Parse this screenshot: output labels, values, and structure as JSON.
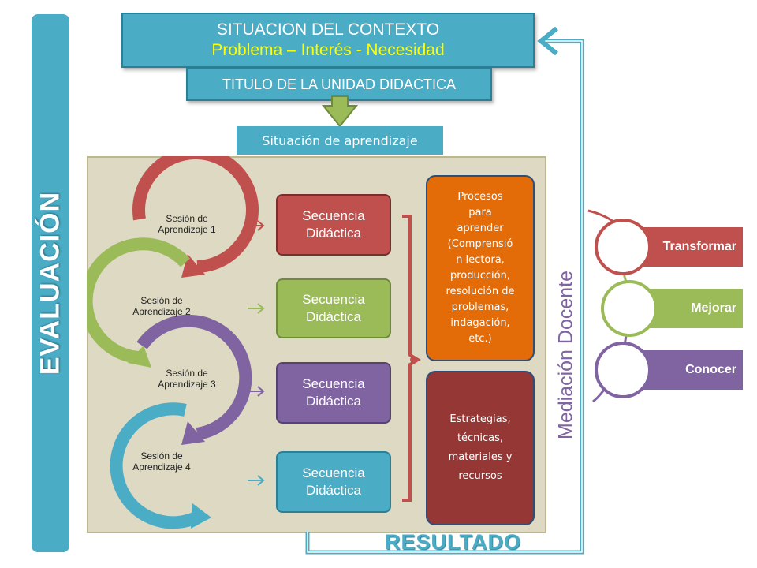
{
  "evaluation": {
    "label": "EVALUACIÓN"
  },
  "context": {
    "title": "SITUACION DEL CONTEXTO",
    "subtitle": "Problema – Interés - Necesidad"
  },
  "unit_title": "TITULO DE LA UNIDAD DIDACTICA",
  "learning_situation": "Situación de aprendizaje",
  "sessions": [
    {
      "line1": "Sesión de",
      "line2": "Aprendizaje 1",
      "color": "#c0504d"
    },
    {
      "line1": "Sesión de",
      "line2": "Aprendizaje 2",
      "color": "#9bbb59"
    },
    {
      "line1": "Sesión de",
      "line2": "Aprendizaje 3",
      "color": "#8064a2"
    },
    {
      "line1": "Sesión de",
      "line2": "Aprendizaje 4",
      "color": "#4bacc6"
    }
  ],
  "sequences": [
    {
      "line1": "Secuencia",
      "line2": "Didáctica",
      "color": "#c0504d"
    },
    {
      "line1": "Secuencia",
      "line2": "Didáctica",
      "color": "#9bbb59"
    },
    {
      "line1": "Secuencia",
      "line2": "Didáctica",
      "color": "#8064a2"
    },
    {
      "line1": "Secuencia",
      "line2": "Didáctica",
      "color": "#4bacc6"
    }
  ],
  "processes": {
    "lines": [
      "Procesos",
      "para",
      "aprender",
      "(Comprensió",
      "n lectora,",
      "producción,",
      "resolución de",
      "problemas,",
      "indagación,",
      "etc.)"
    ],
    "color": "#e36c09"
  },
  "strategies": {
    "lines": [
      "Estrategias,",
      "técnicas,",
      "materiales y",
      "recursos"
    ],
    "color": "#953735"
  },
  "levels": [
    {
      "label": "Transformar",
      "color": "#c0504d"
    },
    {
      "label": "Mejorar",
      "color": "#9bbb59"
    },
    {
      "label": "Conocer",
      "color": "#8064a2"
    }
  ],
  "mediation": "Mediación Docente",
  "result": "RESULTADO",
  "colors": {
    "teal": "#4bacc6",
    "green_arrow": "#9bbb59",
    "panel": "#ddd9c3",
    "bracket": "#c0504d"
  }
}
